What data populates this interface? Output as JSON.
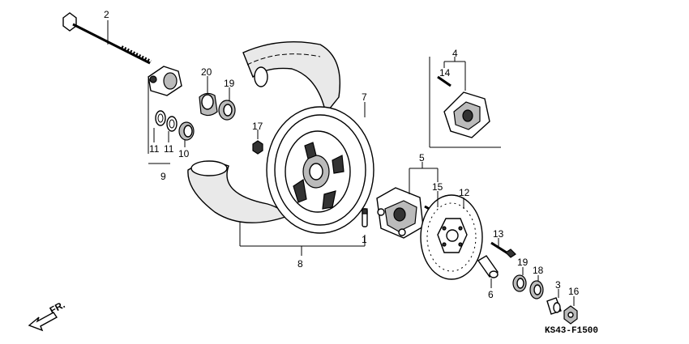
{
  "diagram": {
    "code": "KS43-F1500",
    "direction_label": "FR.",
    "callouts": {
      "n1": "1",
      "n2": "2",
      "n3": "3",
      "n4": "4",
      "n5": "5",
      "n6": "6",
      "n7": "7",
      "n8": "8",
      "n9": "9",
      "n10": "10",
      "n11a": "11",
      "n11b": "11",
      "n12": "12",
      "n13": "13",
      "n14": "14",
      "n15": "15",
      "n16": "16",
      "n17": "17",
      "n18": "18",
      "n19a": "19",
      "n19b": "19",
      "n20": "20"
    }
  }
}
